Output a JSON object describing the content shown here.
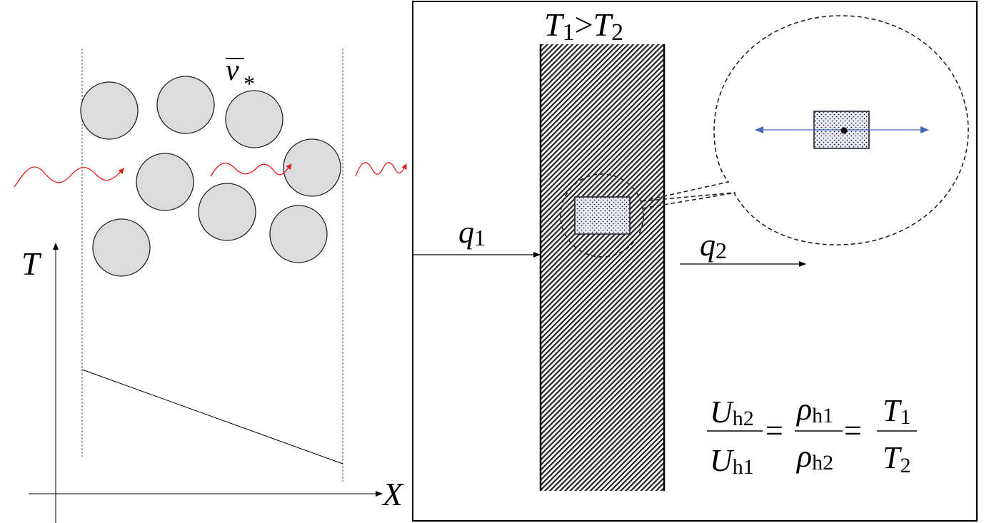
{
  "left_panel": {
    "velocity_label": "v",
    "velocity_subscript": "*",
    "axis_y_label": "T",
    "axis_x_label": "X"
  },
  "right_panel": {
    "title_T1": "T",
    "title_T1_sub": "1",
    "title_gt": ">",
    "title_T2": "T",
    "title_T2_sub": "2",
    "q1": "q",
    "q1_sub": "1",
    "q2": "q",
    "q2_sub": "2",
    "equation": {
      "U": "U",
      "h2": "h2",
      "h1": "h1",
      "rho": "ρ",
      "eq": "=",
      "T": "T",
      "s1": "1",
      "s2": "2"
    }
  },
  "colors": {
    "wave": "#e0201c",
    "particle": "#dcdcdc",
    "arrow_blue": "#4466bb"
  }
}
